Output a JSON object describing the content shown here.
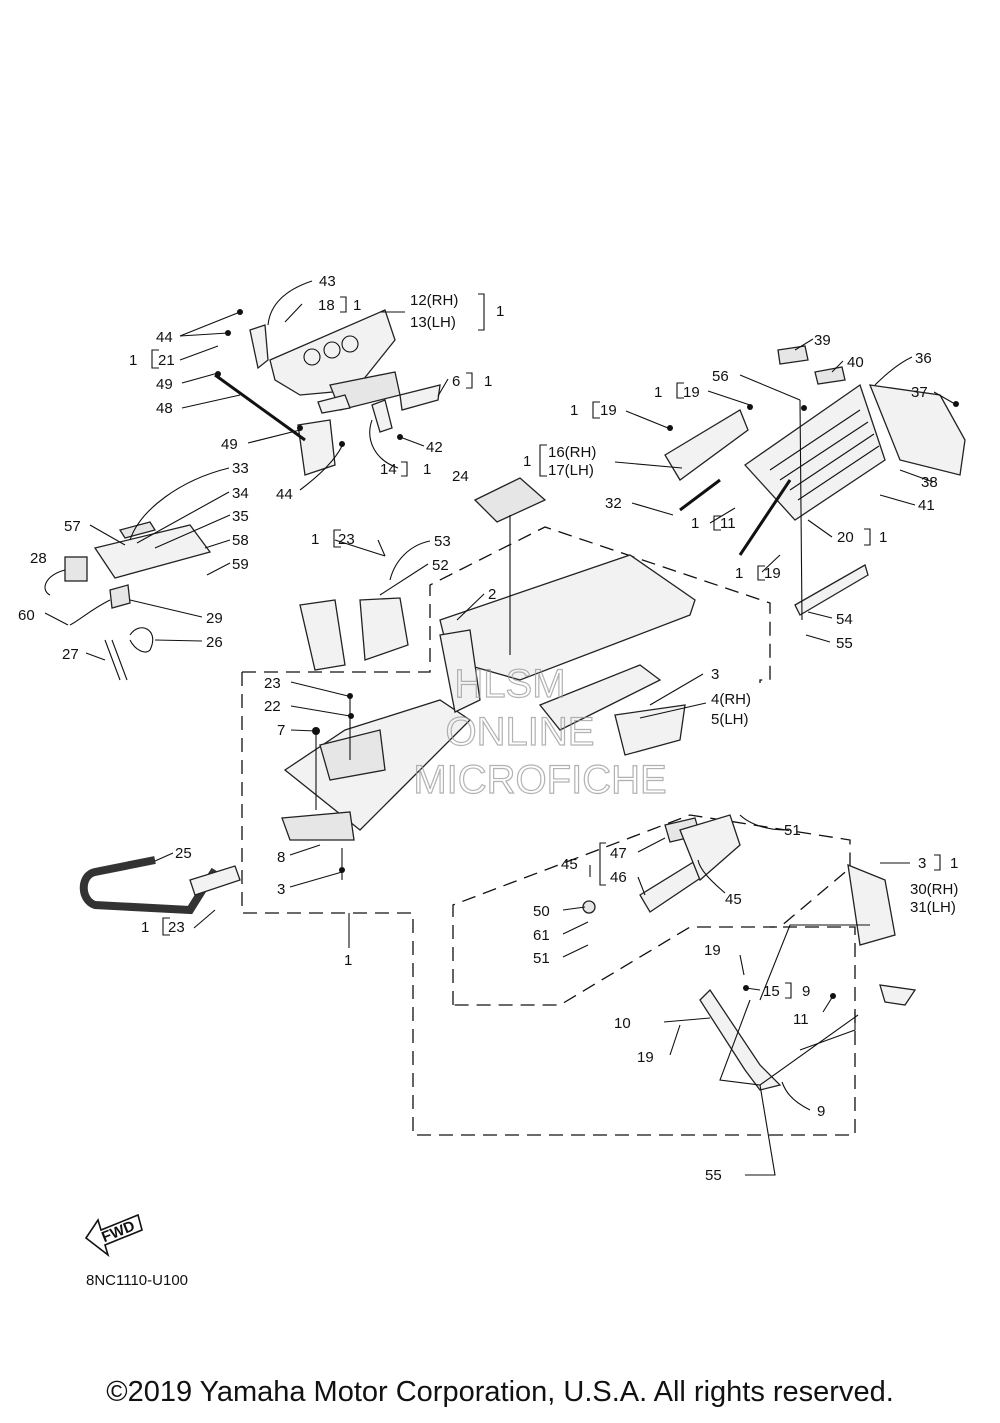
{
  "diagram": {
    "code": "8NC1110-U100",
    "fwd": "FWD",
    "watermark": [
      "HLSM",
      "ONLINE",
      "MICROFICHE"
    ],
    "copyright": "©2019 Yamaha Motor Corporation, U.S.A. All rights reserved.",
    "callouts": [
      {
        "id": "c43",
        "text": "43"
      },
      {
        "id": "c18",
        "text": "18"
      },
      {
        "id": "c18q",
        "text": "1"
      },
      {
        "id": "c12",
        "text": "12(RH)"
      },
      {
        "id": "c13",
        "text": "13(LH)"
      },
      {
        "id": "c12q",
        "text": "1"
      },
      {
        "id": "c44a",
        "text": "44"
      },
      {
        "id": "c21q",
        "text": "1"
      },
      {
        "id": "c21",
        "text": "21"
      },
      {
        "id": "c49a",
        "text": "49"
      },
      {
        "id": "c6",
        "text": "6"
      },
      {
        "id": "c6q",
        "text": "1"
      },
      {
        "id": "c48",
        "text": "48"
      },
      {
        "id": "c49b",
        "text": "49"
      },
      {
        "id": "c42",
        "text": "42"
      },
      {
        "id": "c14",
        "text": "14"
      },
      {
        "id": "c14q",
        "text": "1"
      },
      {
        "id": "c44b",
        "text": "44"
      },
      {
        "id": "c33",
        "text": "33"
      },
      {
        "id": "c34",
        "text": "34"
      },
      {
        "id": "c35",
        "text": "35"
      },
      {
        "id": "c57",
        "text": "57"
      },
      {
        "id": "c58",
        "text": "58"
      },
      {
        "id": "c28",
        "text": "28"
      },
      {
        "id": "c59",
        "text": "59"
      },
      {
        "id": "c60",
        "text": "60"
      },
      {
        "id": "c29",
        "text": "29"
      },
      {
        "id": "c26",
        "text": "26"
      },
      {
        "id": "c27",
        "text": "27"
      },
      {
        "id": "c39",
        "text": "39"
      },
      {
        "id": "c40",
        "text": "40"
      },
      {
        "id": "c36",
        "text": "36"
      },
      {
        "id": "c37",
        "text": "37"
      },
      {
        "id": "c56",
        "text": "56"
      },
      {
        "id": "c19aq",
        "text": "1"
      },
      {
        "id": "c19a",
        "text": "19"
      },
      {
        "id": "c19bq",
        "text": "1"
      },
      {
        "id": "c19b",
        "text": "19"
      },
      {
        "id": "c16q",
        "text": "1"
      },
      {
        "id": "c16",
        "text": "16(RH)"
      },
      {
        "id": "c17",
        "text": "17(LH)"
      },
      {
        "id": "c38",
        "text": "38"
      },
      {
        "id": "c24",
        "text": "24"
      },
      {
        "id": "c32",
        "text": "32"
      },
      {
        "id": "c11q",
        "text": "1"
      },
      {
        "id": "c11",
        "text": "11"
      },
      {
        "id": "c41",
        "text": "41"
      },
      {
        "id": "c20",
        "text": "20"
      },
      {
        "id": "c20q",
        "text": "1"
      },
      {
        "id": "c19cq",
        "text": "1"
      },
      {
        "id": "c19c",
        "text": "19"
      },
      {
        "id": "c23aq",
        "text": "1"
      },
      {
        "id": "c23a",
        "text": "23"
      },
      {
        "id": "c53",
        "text": "53"
      },
      {
        "id": "c52",
        "text": "52"
      },
      {
        "id": "c2",
        "text": "2"
      },
      {
        "id": "c54",
        "text": "54"
      },
      {
        "id": "c55a",
        "text": "55"
      },
      {
        "id": "c3a",
        "text": "3"
      },
      {
        "id": "c4",
        "text": "4(RH)"
      },
      {
        "id": "c5",
        "text": "5(LH)"
      },
      {
        "id": "c23b",
        "text": "23"
      },
      {
        "id": "c22",
        "text": "22"
      },
      {
        "id": "c7",
        "text": "7"
      },
      {
        "id": "c51a",
        "text": "51"
      },
      {
        "id": "c25",
        "text": "25"
      },
      {
        "id": "c8",
        "text": "8"
      },
      {
        "id": "c3b",
        "text": "3"
      },
      {
        "id": "c45a",
        "text": "45"
      },
      {
        "id": "c47",
        "text": "47"
      },
      {
        "id": "c46",
        "text": "46"
      },
      {
        "id": "c45b",
        "text": "45"
      },
      {
        "id": "c3c",
        "text": "3"
      },
      {
        "id": "c3cq",
        "text": "1"
      },
      {
        "id": "c30",
        "text": "30(RH)"
      },
      {
        "id": "c31",
        "text": "31(LH)"
      },
      {
        "id": "c23cq",
        "text": "1"
      },
      {
        "id": "c23c",
        "text": "23"
      },
      {
        "id": "c50",
        "text": "50"
      },
      {
        "id": "c61",
        "text": "61"
      },
      {
        "id": "c51b",
        "text": "51"
      },
      {
        "id": "c1",
        "text": "1"
      },
      {
        "id": "c19d",
        "text": "19"
      },
      {
        "id": "c15",
        "text": "15"
      },
      {
        "id": "c15q",
        "text": "9"
      },
      {
        "id": "c11b",
        "text": "11"
      },
      {
        "id": "c10",
        "text": "10"
      },
      {
        "id": "c19e",
        "text": "19"
      },
      {
        "id": "c9",
        "text": "9"
      },
      {
        "id": "c55b",
        "text": "55"
      }
    ]
  }
}
